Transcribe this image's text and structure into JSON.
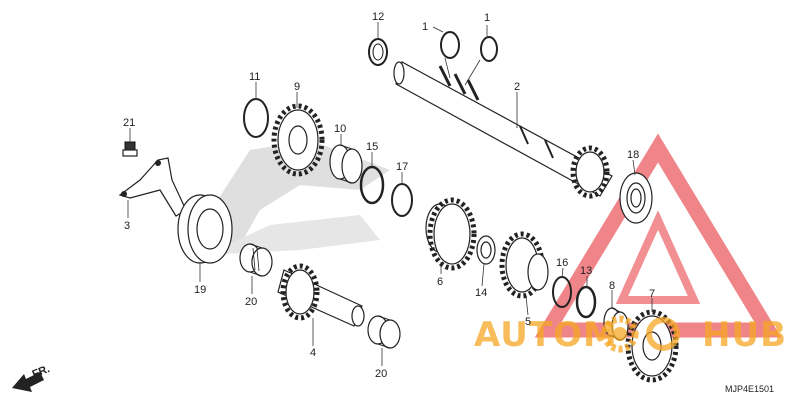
{
  "diagram": {
    "code": "MJP4E1501",
    "direction_label": "FR.",
    "watermark": {
      "prefix": "AUTOM",
      "suffix": "HUB"
    }
  },
  "callouts": [
    {
      "id": "c12a",
      "label": "12"
    },
    {
      "id": "c1a",
      "label": "1"
    },
    {
      "id": "c1b",
      "label": "1"
    },
    {
      "id": "c2",
      "label": "2"
    },
    {
      "id": "c11",
      "label": "11"
    },
    {
      "id": "c9",
      "label": "9"
    },
    {
      "id": "c10",
      "label": "10"
    },
    {
      "id": "c15",
      "label": "15"
    },
    {
      "id": "c17",
      "label": "17"
    },
    {
      "id": "c18",
      "label": "18"
    },
    {
      "id": "c21",
      "label": "21"
    },
    {
      "id": "c3",
      "label": "3"
    },
    {
      "id": "c19",
      "label": "19"
    },
    {
      "id": "c20a",
      "label": "20"
    },
    {
      "id": "c6",
      "label": "6"
    },
    {
      "id": "c14",
      "label": "14"
    },
    {
      "id": "c16",
      "label": "16"
    },
    {
      "id": "c13",
      "label": "13"
    },
    {
      "id": "c5",
      "label": "5"
    },
    {
      "id": "c8",
      "label": "8"
    },
    {
      "id": "c7",
      "label": "7"
    },
    {
      "id": "c4",
      "label": "4"
    },
    {
      "id": "c20b",
      "label": "20"
    }
  ],
  "colors": {
    "watermark_red": "#e32028",
    "watermark_orange": "#f6a623",
    "line": "#222222"
  }
}
